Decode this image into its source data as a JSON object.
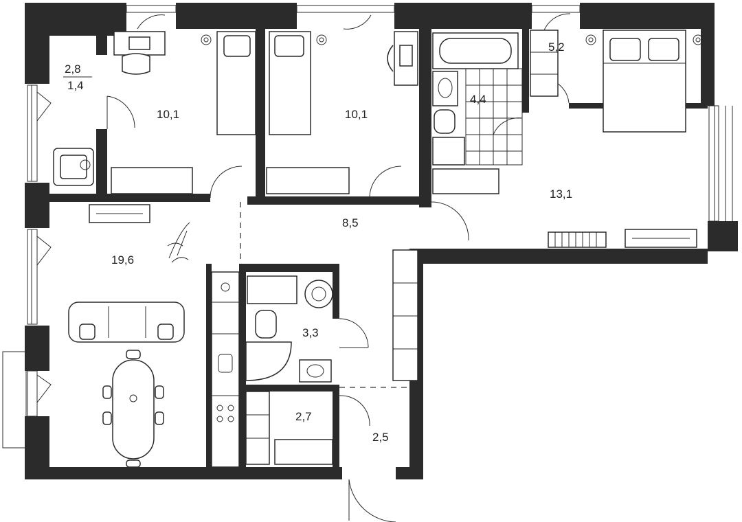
{
  "floor_plan": {
    "colors": {
      "wall": "#2b2b2b",
      "background": "#ffffff"
    },
    "rooms": {
      "storage_top": "2,8",
      "storage_bottom": "1,4",
      "bedroom_left": "10,1",
      "bedroom_middle": "10,1",
      "bathroom": "4,4",
      "wardrobe": "5,2",
      "master_bedroom": "13,1",
      "hallway": "8,5",
      "living_kitchen": "19,6",
      "wc": "3,3",
      "closet": "2,7",
      "entrance": "2,5"
    }
  }
}
